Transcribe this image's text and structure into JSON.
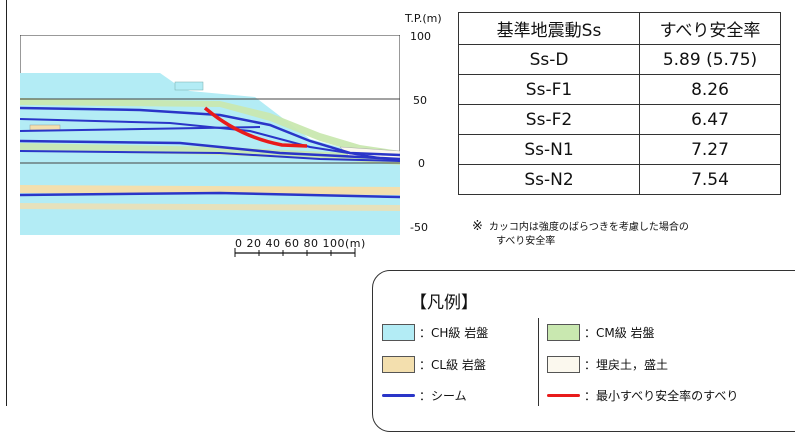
{
  "axis": {
    "tp_label": "T.P.(m)",
    "elevations": [
      "100",
      "50",
      "0",
      "-50"
    ],
    "scale_label": "0  20  40  60  80 100(m)"
  },
  "table": {
    "headers": [
      "基準地震動Ss",
      "すべり安全率"
    ],
    "rows": [
      {
        "ss": "Ss-D",
        "sf": "5.89 (5.75)"
      },
      {
        "ss": "Ss-F1",
        "sf": "8.26"
      },
      {
        "ss": "Ss-F2",
        "sf": "6.47"
      },
      {
        "ss": "Ss-N1",
        "sf": "7.27"
      },
      {
        "ss": "Ss-N2",
        "sf": "7.54"
      }
    ]
  },
  "note": {
    "mark": "※",
    "line1": "カッコ内は強度のばらつきを考慮した場合の",
    "line2": "すべり安全率"
  },
  "legend": {
    "title": "【凡例】",
    "items": [
      {
        "label": "：CH級 岩盤",
        "color": "#b3ecf5"
      },
      {
        "label": "：CM級 岩盤",
        "color": "#c9e8b0"
      },
      {
        "label": "：CL級 岩盤",
        "color": "#f3dfae"
      },
      {
        "label": "：埋戻土，盛土",
        "color": "#fbf8ee"
      },
      {
        "label": "：シーム",
        "color": "#2a35c8"
      },
      {
        "label": "：最小すべり安全率のすべり",
        "color": "#e81b1b"
      }
    ]
  }
}
